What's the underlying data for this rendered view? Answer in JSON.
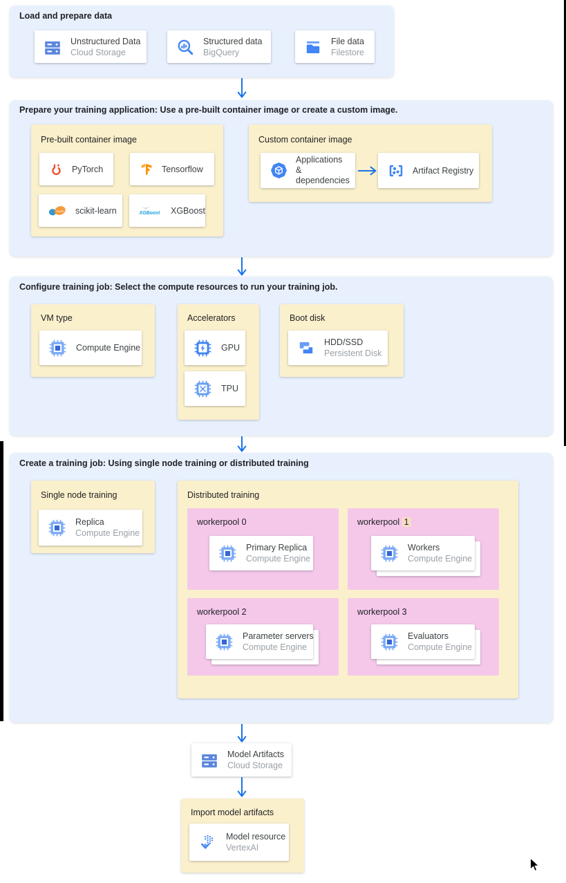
{
  "colors": {
    "section_bg": "#e8f0fe",
    "panel_bg": "#fbf0cc",
    "pool_bg": "#f5c8ea",
    "arrow_blue": "#1a73e8",
    "highlight": "#f7dcc6",
    "title_text": "#202124",
    "card_text": "#3c4043",
    "muted_text": "#9aa0a6"
  },
  "load": {
    "title": "Load and prepare data",
    "cards": [
      {
        "title": "Unstructured Data",
        "subtitle": "Cloud Storage",
        "icon": "cloud-storage-icon"
      },
      {
        "title": "Structured data",
        "subtitle": "BigQuery",
        "icon": "bigquery-icon"
      },
      {
        "title": "File data",
        "subtitle": "Filestore",
        "icon": "filestore-icon"
      }
    ]
  },
  "prepare": {
    "title": "Prepare your training application: Use a pre-built container image or create a custom image.",
    "prebuilt": {
      "title": "Pre-built container image",
      "cards": [
        {
          "title": "PyTorch",
          "icon": "pytorch-icon"
        },
        {
          "title": "Tensorflow",
          "icon": "tensorflow-icon"
        },
        {
          "title": "scikit-learn",
          "icon": "scikit-learn-icon"
        },
        {
          "title": "XGBoost",
          "icon": "xgboost-icon"
        }
      ]
    },
    "custom": {
      "title": "Custom container image",
      "source_card": {
        "title": "Applications & dependencies",
        "icon": "applications-icon"
      },
      "target_card": {
        "title": "Artifact Registry",
        "icon": "artifact-registry-icon"
      }
    }
  },
  "configure": {
    "title": "Configure training job: Select the compute resources to run your training job.",
    "vm": {
      "title": "VM type",
      "card": {
        "title": "Compute Engine",
        "icon": "compute-engine-icon"
      }
    },
    "accelerators": {
      "title": "Accelerators",
      "cards": [
        {
          "title": "GPU",
          "icon": "gpu-icon"
        },
        {
          "title": "TPU",
          "icon": "tpu-icon"
        }
      ]
    },
    "boot": {
      "title": "Boot disk",
      "card": {
        "title": "HDD/SSD",
        "subtitle": "Persistent Disk",
        "icon": "persistent-disk-icon"
      }
    }
  },
  "create": {
    "title": "Create a training job: Using single node training or distributed training",
    "single": {
      "title": "Single node training",
      "card": {
        "title": "Replica",
        "subtitle": "Compute Engine",
        "icon": "compute-engine-icon"
      }
    },
    "distributed": {
      "title": "Distributed training",
      "pools": [
        {
          "label": "workerpool",
          "num": "0",
          "card": {
            "title": "Primary Replica",
            "subtitle": "Compute Engine",
            "icon": "compute-engine-icon"
          }
        },
        {
          "label": "workerpool",
          "num": "1",
          "card": {
            "title": "Workers",
            "subtitle": "Compute Engine",
            "icon": "compute-engine-icon"
          }
        },
        {
          "label": "workerpool",
          "num": "2",
          "card": {
            "title": "Parameter servers",
            "subtitle": "Compute Engine",
            "icon": "compute-engine-icon"
          }
        },
        {
          "label": "workerpool",
          "num": "3",
          "card": {
            "title": "Evaluators",
            "subtitle": "Compute Engine",
            "icon": "compute-engine-icon"
          }
        }
      ]
    }
  },
  "artifacts_card": {
    "title": "Model Artifacts",
    "subtitle": "Cloud Storage",
    "icon": "cloud-storage-icon"
  },
  "import_box": {
    "title": "Import model artifacts",
    "card": {
      "title": "Model resource",
      "subtitle": "VertexAI",
      "icon": "vertex-ai-icon"
    }
  }
}
